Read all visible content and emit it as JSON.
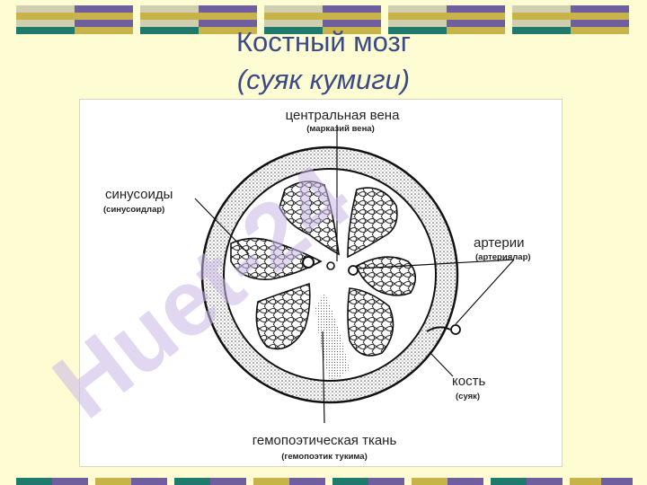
{
  "slide": {
    "title": "Костный мозг",
    "subtitle": "(суяк кумиги)"
  },
  "watermark": {
    "text": "Huet-24",
    "color": "#c9b6e6"
  },
  "diagram": {
    "labels": {
      "central_vein": "центральная вена",
      "central_vein_uz": "(марказий вена)",
      "sinusoids": "синусоиды",
      "sinusoids_uz": "(синусоидлар)",
      "arteries": "артерии",
      "arteries_uz": "(артериялар)",
      "bone": "кость",
      "bone_uz": "(суяк)",
      "hemopoietic": "гемопоэтическая ткань",
      "hemopoietic_uz": "(гемопоэтик тукима)"
    }
  },
  "theme": {
    "background": "#fefcd2",
    "title_color": "#3b4a86",
    "bar_colors": [
      "#1f7a6b",
      "#c8b24a",
      "#6f5f9e",
      "#cfcfb0"
    ]
  }
}
